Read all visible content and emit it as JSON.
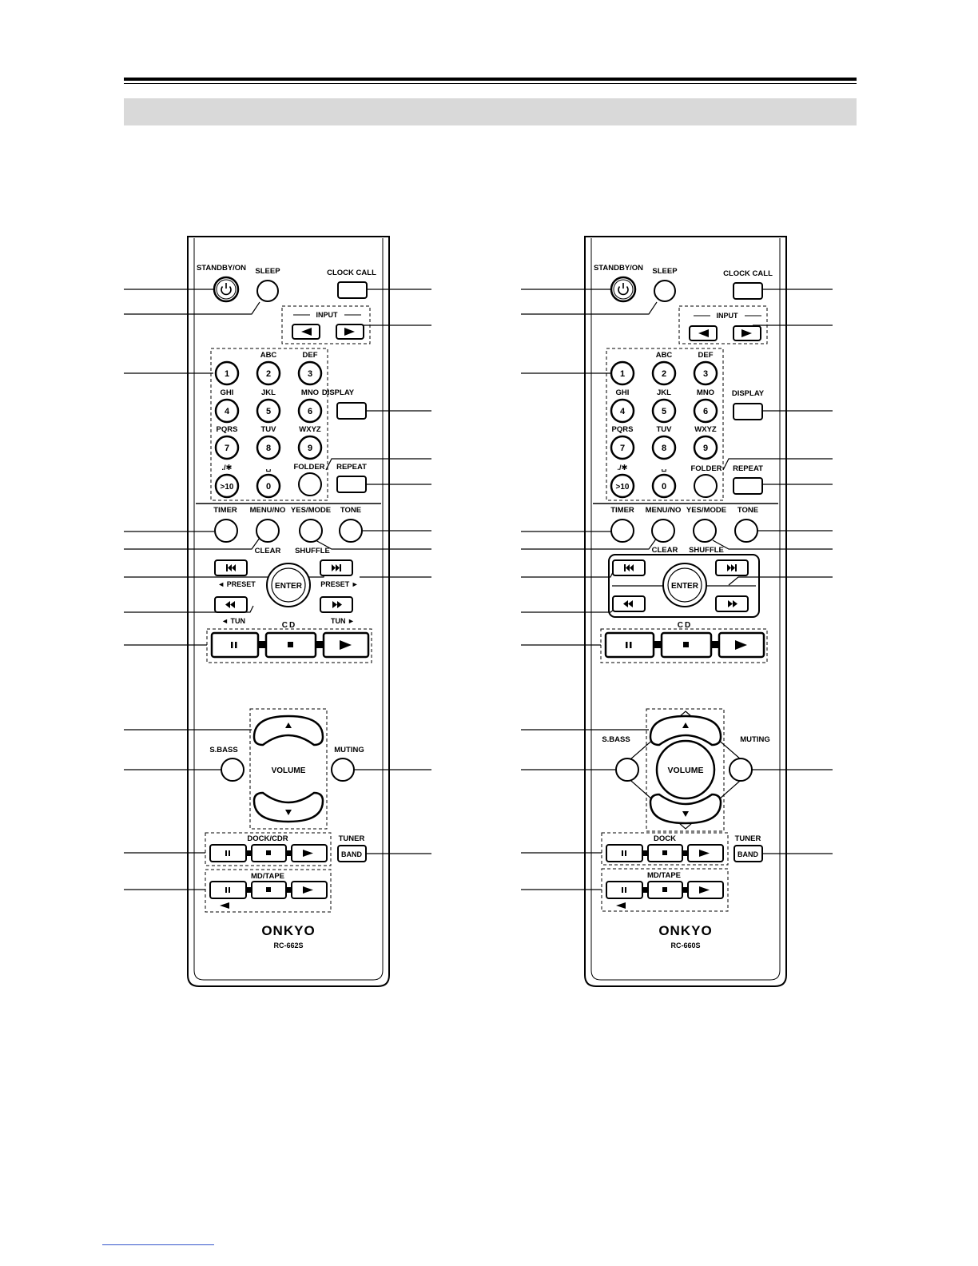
{
  "page": {
    "header_rule": true,
    "section_bar_color": "#d9d9d9",
    "footer_link_color": "#3355cc"
  },
  "remotes": [
    {
      "id": "left",
      "model": "RC-662S",
      "brand": "ONKYO",
      "labels": {
        "standby": "STANDBY/ON",
        "sleep": "SLEEP",
        "clock_call": "CLOCK CALL",
        "input": "INPUT",
        "display": "DISPLAY",
        "folder": "FOLDER",
        "repeat": "REPEAT",
        "timer": "TIMER",
        "menu_no": "MENU/NO",
        "yes_mode": "YES/MODE",
        "tone": "TONE",
        "clear": "CLEAR",
        "shuffle": "SHUFFLE",
        "enter": "ENTER",
        "preset_left": "◄ PRESET",
        "preset_right": "PRESET ►",
        "tun_left": "◄ TUN",
        "tun_right": "TUN ►",
        "cd": "CD",
        "sbass": "S.BASS",
        "volume": "VOLUME",
        "muting": "MUTING",
        "dock": "DOCK/CDR",
        "tuner": "TUNER",
        "band": "BAND",
        "md_tape": "MD/TAPE"
      },
      "keypad": [
        {
          "digit": "1",
          "letters": ""
        },
        {
          "digit": "2",
          "letters": "ABC"
        },
        {
          "digit": "3",
          "letters": "DEF"
        },
        {
          "digit": "4",
          "letters": "GHI"
        },
        {
          "digit": "5",
          "letters": "JKL"
        },
        {
          "digit": "6",
          "letters": "MNO"
        },
        {
          "digit": "7",
          "letters": "PQRS"
        },
        {
          "digit": "8",
          "letters": "TUV"
        },
        {
          "digit": "9",
          "letters": "WXYZ"
        },
        {
          "digit": ">10",
          "letters": "./✱"
        },
        {
          "digit": "0",
          "letters": "␣"
        }
      ]
    },
    {
      "id": "right",
      "model": "RC-660S",
      "brand": "ONKYO",
      "labels": {
        "standby": "STANDBY/ON",
        "sleep": "SLEEP",
        "clock_call": "CLOCK CALL",
        "input": "INPUT",
        "display": "DISPLAY",
        "folder": "FOLDER",
        "repeat": "REPEAT",
        "timer": "TIMER",
        "menu_no": "MENU/NO",
        "yes_mode": "YES/MODE",
        "tone": "TONE",
        "clear": "CLEAR",
        "shuffle": "SHUFFLE",
        "enter": "ENTER",
        "cd": "CD",
        "sbass": "S.BASS",
        "volume": "VOLUME",
        "muting": "MUTING",
        "dock": "DOCK",
        "tuner": "TUNER",
        "band": "BAND",
        "md_tape": "MD/TAPE"
      },
      "keypad": [
        {
          "digit": "1",
          "letters": ""
        },
        {
          "digit": "2",
          "letters": "ABC"
        },
        {
          "digit": "3",
          "letters": "DEF"
        },
        {
          "digit": "4",
          "letters": "GHI"
        },
        {
          "digit": "5",
          "letters": "JKL"
        },
        {
          "digit": "6",
          "letters": "MNO"
        },
        {
          "digit": "7",
          "letters": "PQRS"
        },
        {
          "digit": "8",
          "letters": "TUV"
        },
        {
          "digit": "9",
          "letters": "WXYZ"
        },
        {
          "digit": ">10",
          "letters": "./✱"
        },
        {
          "digit": "0",
          "letters": "␣"
        }
      ]
    }
  ]
}
